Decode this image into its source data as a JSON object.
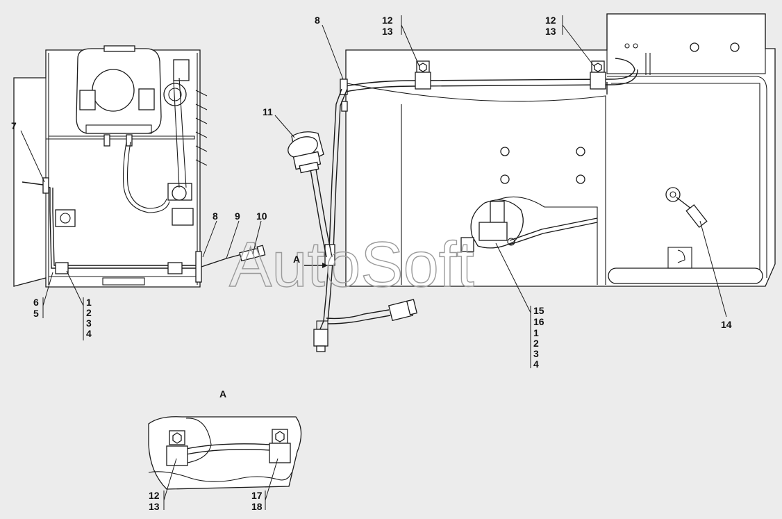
{
  "watermark": "AutoSoft",
  "view_label": "A",
  "arrow_label": "A",
  "callouts": {
    "c7": "7",
    "c8a": "8",
    "c8b": "8",
    "c9": "9",
    "c10": "10",
    "c11": "11",
    "c12a": "12",
    "c13a": "13",
    "c12b": "12",
    "c13b": "13",
    "c14": "14",
    "c6": "6",
    "c5": "5",
    "g1": [
      "1",
      "2",
      "3",
      "4"
    ],
    "g2": [
      "15",
      "16",
      "1",
      "2",
      "3",
      "4"
    ],
    "c12c": "12",
    "c13c": "13",
    "c17": "17",
    "c18": "18"
  },
  "colors": {
    "background": "#ececec",
    "line": "#1a1a1a",
    "fill": "#ffffff",
    "watermark": "#9a9a9a"
  }
}
